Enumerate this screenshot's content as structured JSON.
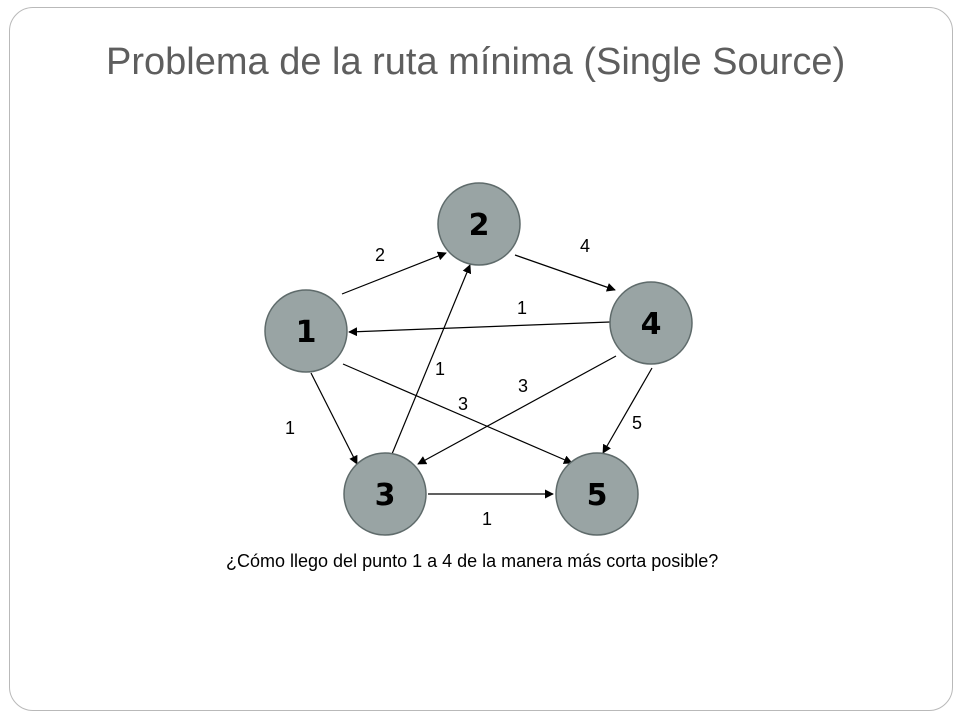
{
  "slide": {
    "title": "Problema de la ruta mínima (Single Source)",
    "question": "¿Cómo llego del punto 1 a 4 de la manera más corta posible?"
  },
  "colors": {
    "node_fill": "#99a4a4",
    "node_stroke": "#5f6b6b",
    "edge": "#000000",
    "title": "#5e5e5e"
  },
  "graph": {
    "nodes": [
      {
        "id": "n1",
        "label": "1"
      },
      {
        "id": "n2",
        "label": "2"
      },
      {
        "id": "n3",
        "label": "3"
      },
      {
        "id": "n4",
        "label": "4"
      },
      {
        "id": "n5",
        "label": "5"
      }
    ],
    "edges": [
      {
        "id": "e12",
        "from": "1",
        "to": "2",
        "weight": "2"
      },
      {
        "id": "e24",
        "from": "2",
        "to": "4",
        "weight": "4"
      },
      {
        "id": "e41",
        "from": "4",
        "to": "1",
        "weight": "1"
      },
      {
        "id": "e13",
        "from": "1",
        "to": "3",
        "weight": "1"
      },
      {
        "id": "e32",
        "from": "3",
        "to": "2",
        "weight": "1"
      },
      {
        "id": "e15",
        "from": "1",
        "to": "5",
        "weight": "3"
      },
      {
        "id": "e43",
        "from": "4",
        "to": "3",
        "weight": "3"
      },
      {
        "id": "e45",
        "from": "4",
        "to": "5",
        "weight": "5"
      },
      {
        "id": "e35",
        "from": "3",
        "to": "5",
        "weight": "1"
      }
    ]
  }
}
